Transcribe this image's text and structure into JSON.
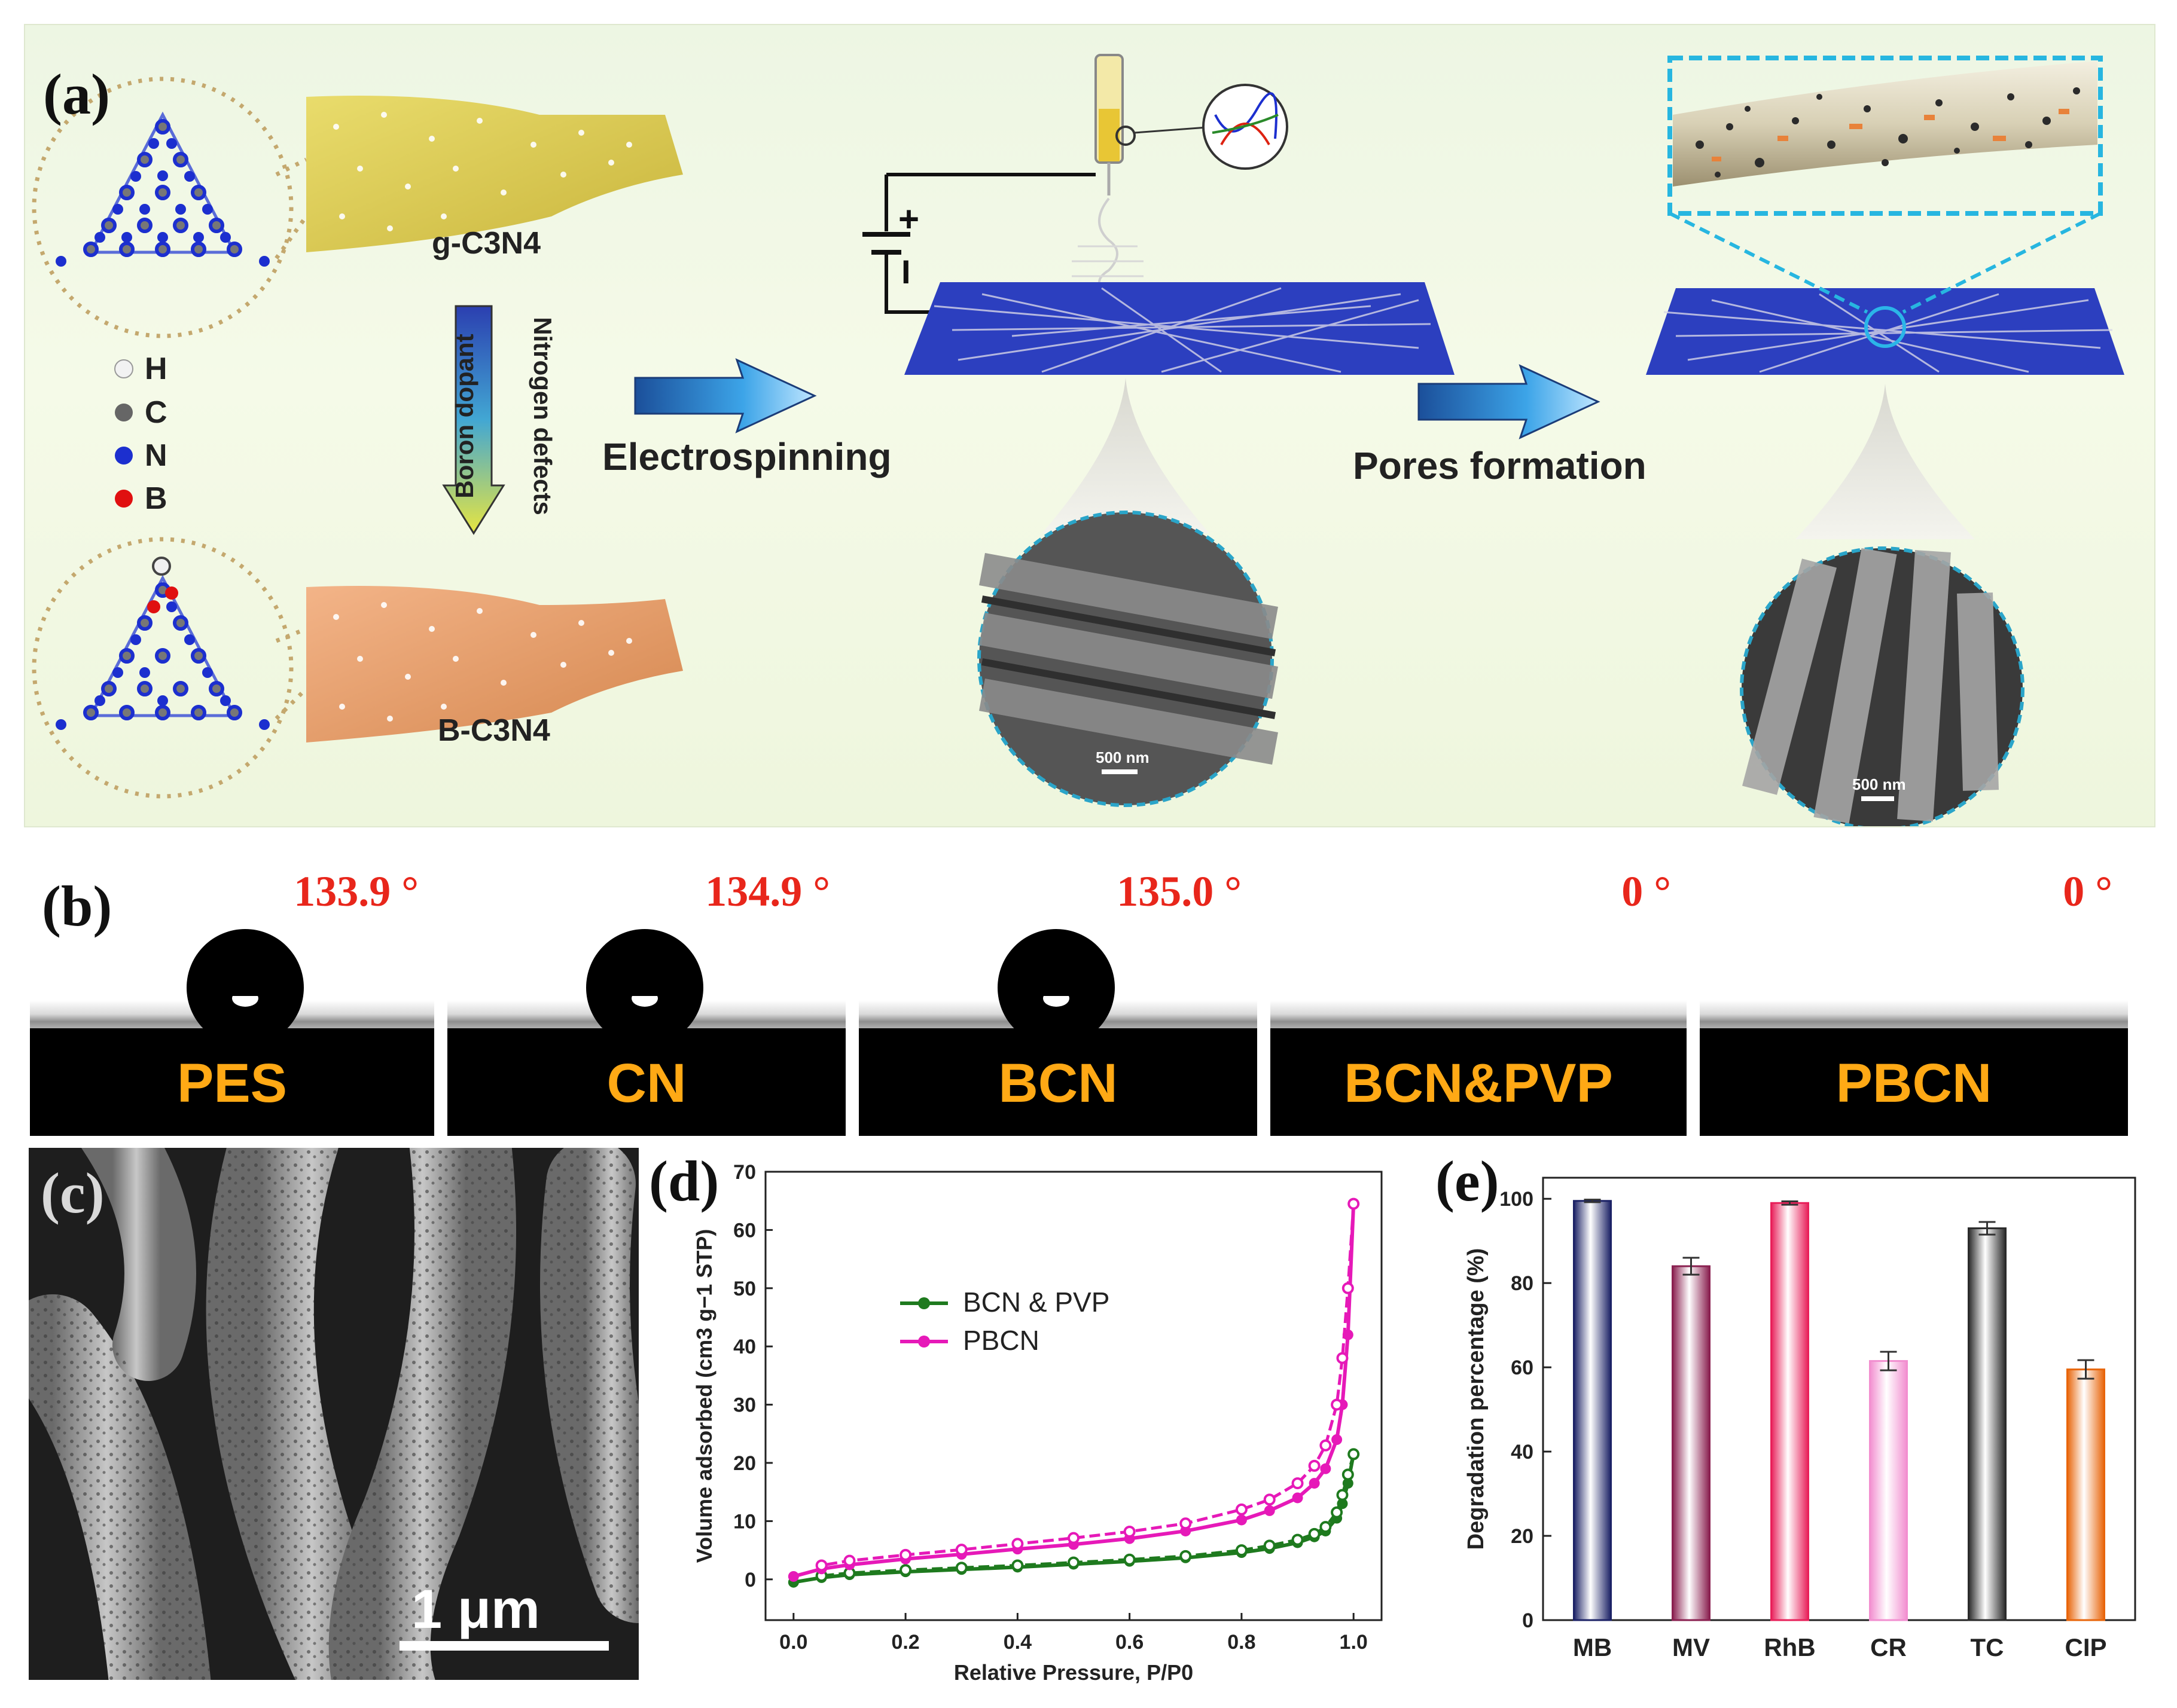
{
  "panel_a": {
    "label": "(a)",
    "legend": [
      {
        "symbol": "H",
        "color": "#e8e8e8"
      },
      {
        "symbol": "C",
        "color": "#666666"
      },
      {
        "symbol": "N",
        "color": "#1c2fcf"
      },
      {
        "symbol": "B",
        "color": "#e01010"
      }
    ],
    "sheet_top_name": "g-C3N4",
    "sheet_bottom_name": "B-C3N4",
    "arrow_left_text": "Boron dopant",
    "arrow_right_text": "Nitrogen defects",
    "step1": "Electrospinning",
    "step2": "Pores formation",
    "plus": "+",
    "minus": "I",
    "scalebar1": "500 nm",
    "scalebar2": "500 nm"
  },
  "panel_b": {
    "label": "(b)",
    "samples": [
      {
        "name": "PES",
        "angle": "133.9 °",
        "droplet": true
      },
      {
        "name": "CN",
        "angle": "134.9 °",
        "droplet": true
      },
      {
        "name": "BCN",
        "angle": "135.0 °",
        "droplet": true
      },
      {
        "name": "BCN&PVP",
        "angle": "0 °",
        "droplet": false
      },
      {
        "name": "PBCN",
        "angle": "0 °",
        "droplet": false
      }
    ]
  },
  "panel_c": {
    "label": "(c)",
    "scalebar": "1 μm"
  },
  "panel_d": {
    "label": "(d)"
  },
  "panel_e": {
    "label": "(e)"
  },
  "chart_data": [
    {
      "type": "line",
      "panel": "d",
      "xlabel": "Relative Pressure, P/P0",
      "ylabel": "Volume adsorbed (cm3 g−1 STP)",
      "xlim": [
        -0.05,
        1.05
      ],
      "ylim": [
        -7,
        70
      ],
      "xticks": [
        "0.0",
        "0.2",
        "0.4",
        "0.6",
        "0.8",
        "1.0"
      ],
      "yticks": [
        "0",
        "10",
        "20",
        "30",
        "40",
        "50",
        "60",
        "70"
      ],
      "legend_position": "upper-left",
      "series": [
        {
          "name": "BCN & PVP",
          "color": "#1e7a1e",
          "adsorption": {
            "x": [
              0.0,
              0.05,
              0.1,
              0.2,
              0.3,
              0.4,
              0.5,
              0.6,
              0.7,
              0.8,
              0.85,
              0.9,
              0.93,
              0.95,
              0.97,
              0.98,
              0.99,
              1.0
            ],
            "y": [
              -0.5,
              0.3,
              0.8,
              1.3,
              1.7,
              2.1,
              2.6,
              3.1,
              3.7,
              4.6,
              5.3,
              6.3,
              7.3,
              8.3,
              10.5,
              13,
              16.5,
              21.5
            ]
          },
          "desorption": {
            "x": [
              1.0,
              0.99,
              0.98,
              0.97,
              0.95,
              0.93,
              0.9,
              0.85,
              0.8,
              0.7,
              0.6,
              0.5,
              0.4,
              0.3,
              0.2,
              0.1,
              0.05
            ],
            "y": [
              21.5,
              18,
              14.5,
              11.5,
              9,
              7.8,
              6.8,
              5.8,
              5,
              4,
              3.4,
              2.9,
              2.4,
              2,
              1.6,
              1.1,
              0.6
            ]
          }
        },
        {
          "name": "PBCN",
          "color": "#e619b8",
          "adsorption": {
            "x": [
              0.0,
              0.05,
              0.1,
              0.2,
              0.3,
              0.4,
              0.5,
              0.6,
              0.7,
              0.8,
              0.85,
              0.9,
              0.93,
              0.95,
              0.97,
              0.98,
              0.99,
              1.0
            ],
            "y": [
              0.5,
              1.8,
              2.5,
              3.5,
              4.3,
              5.2,
              6,
              7,
              8.3,
              10.2,
              11.8,
              14,
              16.5,
              19,
              24,
              30,
              42,
              64.5
            ]
          },
          "desorption": {
            "x": [
              1.0,
              0.99,
              0.98,
              0.97,
              0.95,
              0.93,
              0.9,
              0.85,
              0.8,
              0.7,
              0.6,
              0.5,
              0.4,
              0.3,
              0.2,
              0.1,
              0.05
            ],
            "y": [
              64.5,
              50,
              38,
              30,
              23,
              19.5,
              16.5,
              13.7,
              12,
              9.6,
              8.2,
              7.1,
              6.1,
              5.1,
              4.2,
              3.2,
              2.4
            ]
          }
        }
      ]
    },
    {
      "type": "bar",
      "panel": "e",
      "ylabel": "Degradation percentage (%)",
      "ylim": [
        0,
        105
      ],
      "yticks": [
        "0",
        "20",
        "40",
        "60",
        "80",
        "100"
      ],
      "categories": [
        "MB",
        "MV",
        "RhB",
        "CR",
        "TC",
        "CIP"
      ],
      "values": [
        99.5,
        84,
        99,
        61.5,
        93,
        59.5
      ],
      "errors": [
        0.3,
        2,
        0.4,
        2.2,
        1.5,
        2.2
      ],
      "colors": [
        "#1c2266",
        "#8a2050",
        "#e8205a",
        "#f28fd0",
        "#2a2a2a",
        "#e8650a"
      ]
    }
  ]
}
